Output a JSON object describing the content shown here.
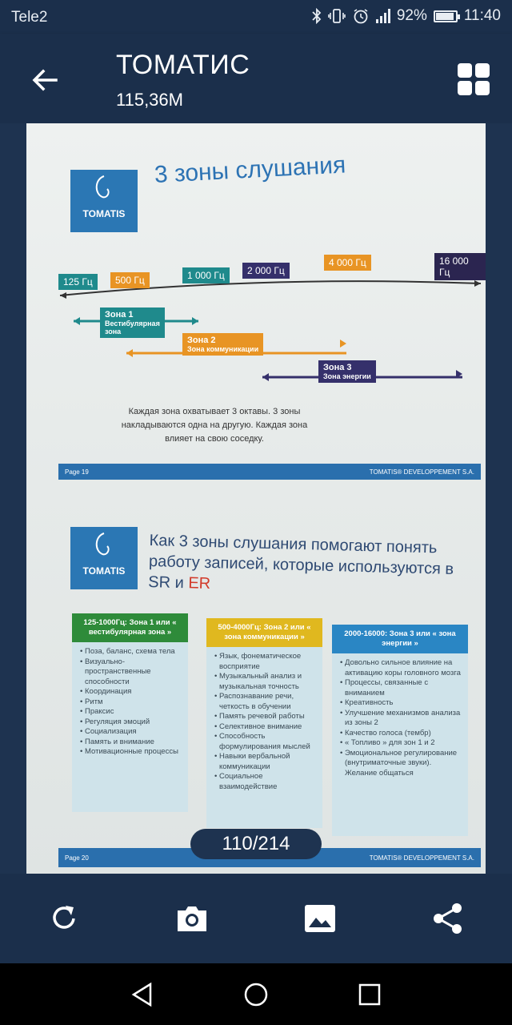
{
  "status_bar": {
    "carrier": "Tele2",
    "battery": "92%",
    "battery_level": 0.92,
    "time": "11:40"
  },
  "app_bar": {
    "title": "ТОМАТИС",
    "subtitle": "115,36M"
  },
  "document": {
    "logo_text": "TOMATIS",
    "page1": {
      "heading": "3 зоны слушания",
      "frequencies": [
        {
          "label": "125 Гц",
          "color": "#1f8a8c"
        },
        {
          "label": "500 Гц",
          "color": "#e89424"
        },
        {
          "label": "1 000 Гц",
          "color": "#1f8a8c"
        },
        {
          "label": "2 000 Гц",
          "color": "#35306b"
        },
        {
          "label": "4 000 Гц",
          "color": "#e89424"
        },
        {
          "label": "16 000 Гц",
          "color": "#2b2550"
        }
      ],
      "zones": [
        {
          "title": "Зона 1",
          "sub1": "Вестибулярная",
          "sub2": "зона",
          "color": "#1f8a8c"
        },
        {
          "title": "Зона 2",
          "sub1": "Зона коммуникации",
          "color": "#e89424"
        },
        {
          "title": "Зона 3",
          "sub1": "Зона энергии",
          "color": "#35306b"
        }
      ],
      "note": "Каждая зона охватывает 3 октавы. 3 зоны накладываются одна на другую. Каждая зона влияет на свою соседку.",
      "footer_left": "Page 19",
      "footer_right": "TOMATIS® DEVELOPPEMENT S.A."
    },
    "page2": {
      "heading_main": "Как 3 зоны слушания помогают понять работу записей, которые используются в SR и",
      "heading_er": "ER",
      "columns": [
        {
          "header": "125-1000Гц: Зона 1 или « вестибулярная зона »",
          "color": "#2e8b3a",
          "items": [
            "Поза, баланс, схема тела",
            "Визуально-пространственные способности",
            "Координация",
            "Ритм",
            "Праксис",
            "Регуляция эмоций",
            "Социализация",
            "Память и внимание",
            "Мотивационные процессы"
          ]
        },
        {
          "header": "500-4000Гц: Зона 2 или « зона коммуникации »",
          "color": "#e0b81f",
          "items": [
            "Язык, фонематическое восприятие",
            "Музыкальный анализ и музыкальная точность",
            "Распознавание речи, четкость в обучении",
            "Память речевой работы",
            "Селективное внимание",
            "Способность формулирования мыслей",
            "Навыки вербальной коммуникации",
            "Социальное взаимодействие"
          ]
        },
        {
          "header": "2000-16000: Зона 3 или « зона энергии »",
          "color": "#2a86c4",
          "items": [
            "Довольно сильное влияние на активацию коры головного мозга",
            "Процессы, связанные с вниманием",
            "Креативность",
            "Улучшение механизмов анализа из зоны 2",
            "Качество голоса (тембр)",
            "« Топливо » для зон 1 и 2",
            "Эмоциональное регулирование (внутриматочные звуки). Желание общаться"
          ]
        }
      ],
      "footer_left": "Page 20",
      "footer_right": "TOMATIS® DEVELOPPEMENT S.A."
    }
  },
  "pager": "110/214",
  "toolbar": {
    "icons": [
      "refresh-icon",
      "camera-icon",
      "image-icon",
      "share-icon"
    ]
  }
}
